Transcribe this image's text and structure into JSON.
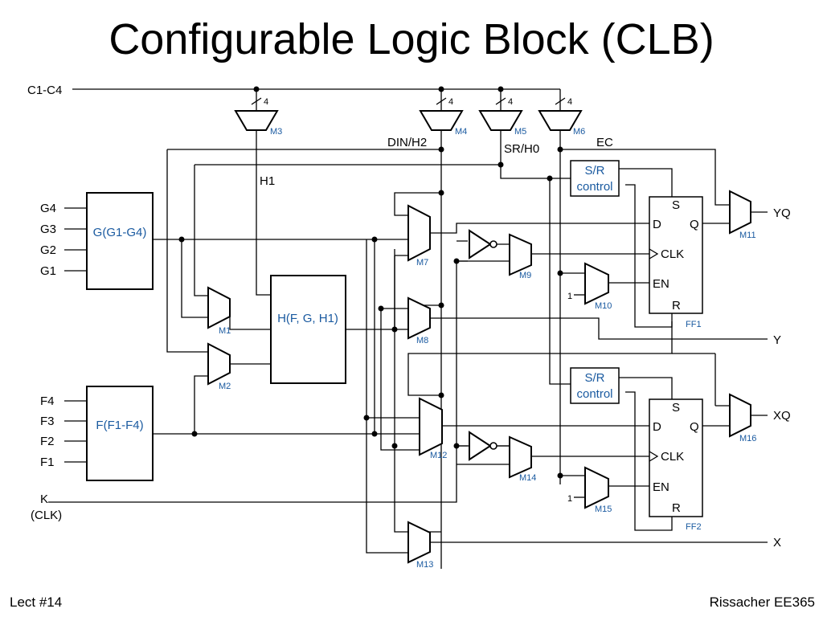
{
  "slide": {
    "title": "Configurable Logic Block (CLB)",
    "footer_left": "Lect #14",
    "footer_right": "Rissacher EE365"
  },
  "diagram": {
    "inputs": {
      "c": "C1-C4",
      "g": [
        "G4",
        "G3",
        "G2",
        "G1"
      ],
      "f": [
        "F4",
        "F3",
        "F2",
        "F1"
      ],
      "k": "K",
      "clk": "(CLK)",
      "bus_width": "4",
      "one": "1"
    },
    "signals": {
      "din_h2": "DIN/H2",
      "sr_h0": "SR/H0",
      "ec": "EC",
      "h1": "H1"
    },
    "blocks": {
      "g": "G(G1-G4)",
      "f": "F(F1-F4)",
      "h": "H(F, G, H1)",
      "sr1_top": "S/R",
      "sr1_bottom": "control",
      "sr2_top": "S/R",
      "sr2_bottom": "control"
    },
    "flipflops": {
      "ff1": {
        "s": "S",
        "d": "D",
        "q": "Q",
        "clk": "CLK",
        "en": "EN",
        "r": "R",
        "name": "FF1"
      },
      "ff2": {
        "s": "S",
        "d": "D",
        "q": "Q",
        "clk": "CLK",
        "en": "EN",
        "r": "R",
        "name": "FF2"
      }
    },
    "muxes": [
      "M1",
      "M2",
      "M3",
      "M4",
      "M5",
      "M6",
      "M7",
      "M8",
      "M9",
      "M10",
      "M11",
      "M12",
      "M13",
      "M14",
      "M15",
      "M16"
    ],
    "outputs": {
      "yq": "YQ",
      "y": "Y",
      "xq": "XQ",
      "x": "X"
    }
  }
}
